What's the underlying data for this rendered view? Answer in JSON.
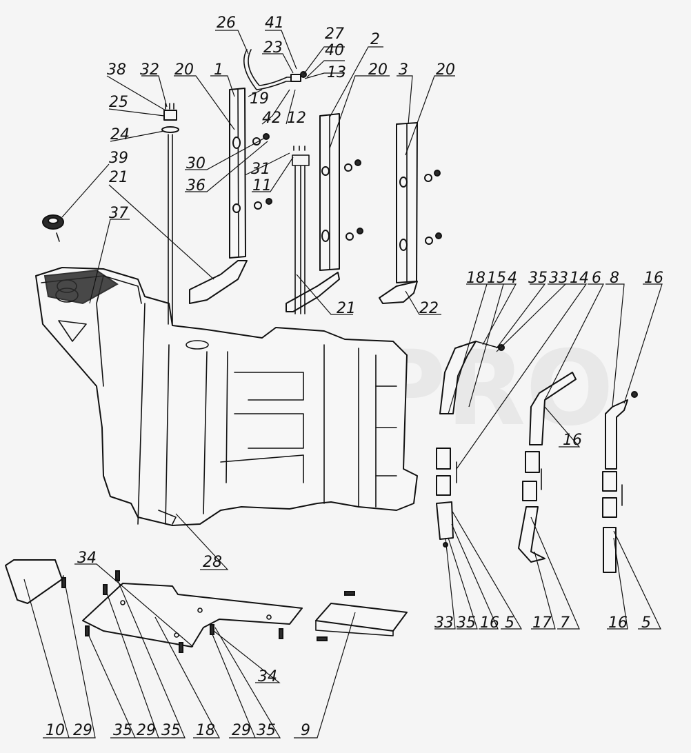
{
  "watermark": "VEZ-PRO",
  "callouts": [
    {
      "id": "c26",
      "text": "26"
    },
    {
      "id": "c41",
      "text": "41"
    },
    {
      "id": "c27",
      "text": "27"
    },
    {
      "id": "c40",
      "text": "40"
    },
    {
      "id": "c23",
      "text": "23"
    },
    {
      "id": "c2a",
      "text": "2"
    },
    {
      "id": "c38",
      "text": "38"
    },
    {
      "id": "c32",
      "text": "32"
    },
    {
      "id": "c20a",
      "text": "20"
    },
    {
      "id": "c1",
      "text": "1"
    },
    {
      "id": "c13",
      "text": "13"
    },
    {
      "id": "c20b",
      "text": "20"
    },
    {
      "id": "c3",
      "text": "3"
    },
    {
      "id": "c20c",
      "text": "20"
    },
    {
      "id": "c25",
      "text": "25"
    },
    {
      "id": "c19",
      "text": "19"
    },
    {
      "id": "c42",
      "text": "42"
    },
    {
      "id": "c12",
      "text": "12"
    },
    {
      "id": "c24",
      "text": "24"
    },
    {
      "id": "c39",
      "text": "39"
    },
    {
      "id": "c30",
      "text": "30"
    },
    {
      "id": "c21a",
      "text": "21"
    },
    {
      "id": "c31",
      "text": "31"
    },
    {
      "id": "c36",
      "text": "36"
    },
    {
      "id": "c11",
      "text": "11"
    },
    {
      "id": "c37",
      "text": "37"
    },
    {
      "id": "c21b",
      "text": "21"
    },
    {
      "id": "c22",
      "text": "22"
    },
    {
      "id": "c18a",
      "text": "18"
    },
    {
      "id": "c15",
      "text": "15"
    },
    {
      "id": "c4",
      "text": "4"
    },
    {
      "id": "c35a",
      "text": "35"
    },
    {
      "id": "c33a",
      "text": "33"
    },
    {
      "id": "c14",
      "text": "14"
    },
    {
      "id": "c6",
      "text": "6"
    },
    {
      "id": "c8",
      "text": "8"
    },
    {
      "id": "c16a",
      "text": "16"
    },
    {
      "id": "c16b",
      "text": "16"
    },
    {
      "id": "c28",
      "text": "28"
    },
    {
      "id": "c34a",
      "text": "34"
    },
    {
      "id": "c33b",
      "text": "33"
    },
    {
      "id": "c35b",
      "text": "35"
    },
    {
      "id": "c16c",
      "text": "16"
    },
    {
      "id": "c5a",
      "text": "5"
    },
    {
      "id": "c17",
      "text": "17"
    },
    {
      "id": "c7",
      "text": "7"
    },
    {
      "id": "c16d",
      "text": "16"
    },
    {
      "id": "c5b",
      "text": "5"
    },
    {
      "id": "c34b",
      "text": "34"
    },
    {
      "id": "c10",
      "text": "10"
    },
    {
      "id": "c29a",
      "text": "29"
    },
    {
      "id": "c35c",
      "text": "35"
    },
    {
      "id": "c29b",
      "text": "29"
    },
    {
      "id": "c35d",
      "text": "35"
    },
    {
      "id": "c18b",
      "text": "18"
    },
    {
      "id": "c29c",
      "text": "29"
    },
    {
      "id": "c35e",
      "text": "35"
    },
    {
      "id": "c9",
      "text": "9"
    }
  ]
}
